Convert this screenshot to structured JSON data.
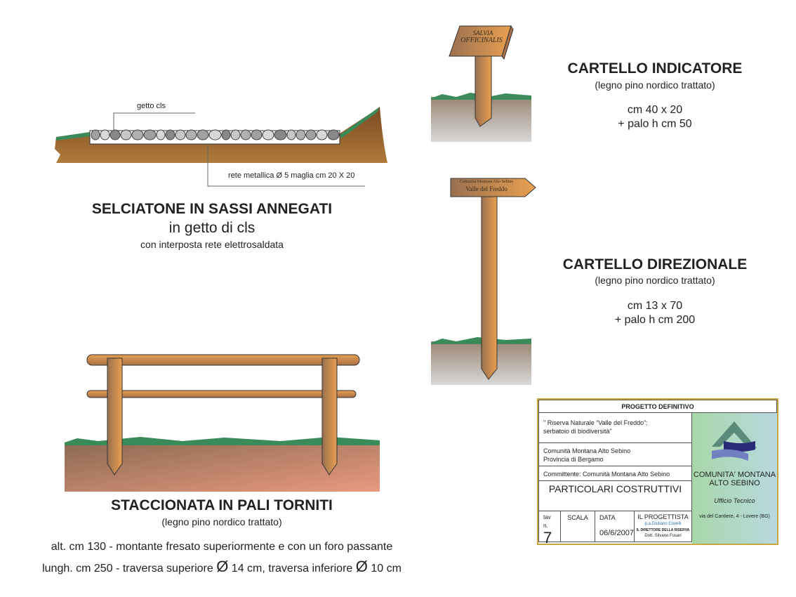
{
  "selciatone": {
    "label_top": "getto cls",
    "label_bottom": "rete metallica Ø 5 maglia cm 20 X 20",
    "title": "SELCIATONE IN SASSI ANNEGATI",
    "subtitle": "in getto di cls",
    "note": "con interposta rete elettrosaldata"
  },
  "indicatore": {
    "sign_line1": "SALVIA",
    "sign_line2": "OFFICINALIS",
    "title": "CARTELLO INDICATORE",
    "material": "(legno pino nordico trattato)",
    "size": "cm 40 x 20",
    "post": "+ palo h cm 50"
  },
  "direzionale": {
    "sign_line1": "Comunità Montana Alto Sebino",
    "sign_line2": "Valle del Freddo",
    "title": "CARTELLO DIREZIONALE",
    "material": "(legno pino nordico trattato)",
    "size": "cm 13 x 70",
    "post": "+ palo h cm 200"
  },
  "staccionata": {
    "title": "STACCIONATA IN PALI TORNITI",
    "material": "(legno pino nordico trattato)",
    "line1": "alt. cm 130 - montante fresato superiormente e con un foro passante",
    "line2a": "lungh. cm 250 - traversa superiore",
    "line2b": "14 cm, traversa inferiore",
    "line2c": "10 cm",
    "diam": "Ø"
  },
  "title_block": {
    "header": "PROGETTO DEFINITIVO",
    "project1": "\" Riserva Naturale “Valle del Freddo”:",
    "project2": "serbatoio di biodiversità\"",
    "entity1": "Comunità Montana Alto Sebino",
    "entity2": "Provincia di Bergamo",
    "client": "Committente: Comunità Montana Alto Sebino",
    "subject": "PARTICOLARI COSTRUTTIVI",
    "tav_label": "tav n.",
    "tav_value": "7",
    "scala_label": "SCALA",
    "data_label": "DATA",
    "data_value": "06/6/2007",
    "designer_label": "IL PROGETTISTA",
    "designer_name": "p.a.Giuliano Covelli",
    "director_label": "IL DIRETTORE DELLA RISERVA",
    "director_name": "Dott. Silvano Fusari",
    "org1": "COMUNITA' MONTANA",
    "org2": "ALTO SEBINO",
    "office": "Ufficio Tecnico",
    "address": "via del Cantiere, 4 - Lovere (BG)"
  }
}
